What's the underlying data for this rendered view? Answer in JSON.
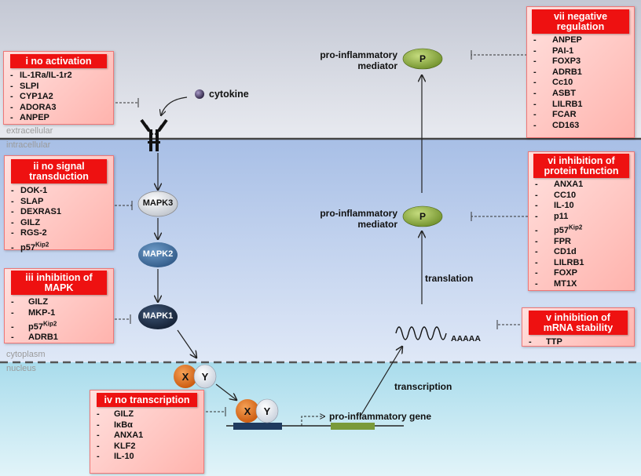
{
  "regions": {
    "extracellular": "extracellular",
    "intracellular": "intracellular",
    "cytoplasm": "cytoplasm",
    "nucleus": "nucleus"
  },
  "labels": {
    "cytokine": "cytokine",
    "mediator_top": "pro-inflammatory\nmediator",
    "mediator_mid": "pro-inflammatory\nmediator",
    "translation": "translation",
    "transcription": "transcription",
    "gene": "pro-inflammatory gene",
    "mrna_tail": "AAAAA"
  },
  "nodes": {
    "mapk3": "MAPK3",
    "mapk2": "MAPK2",
    "mapk1": "MAPK1",
    "x": "X",
    "y": "Y",
    "p": "P"
  },
  "boxes": {
    "i": {
      "title": "i   no activation",
      "items": [
        "IL-1Ra/IL-1r2",
        "SLPI",
        "CYP1A2",
        "ADORA3",
        "ANPEP"
      ]
    },
    "ii": {
      "title": "ii   no signal transduction",
      "items": [
        "DOK-1",
        "SLAP",
        "DEXRAS1",
        "GILZ",
        "RGS-2",
        "p57Kip2"
      ]
    },
    "iii": {
      "title": "iii   inhibition of MAPK",
      "items": [
        "GILZ",
        "MKP-1",
        "p57Kip2",
        "ADRB1"
      ]
    },
    "iv": {
      "title": "iv   no transcription",
      "items": [
        "GILZ",
        "IκBα",
        "ANXA1",
        "KLF2",
        "IL-10"
      ]
    },
    "v": {
      "title": "v   inhibition of mRNA stability",
      "items": [
        "TTP"
      ]
    },
    "vi": {
      "title": "vi   inhibition of protein function",
      "items": [
        "ANXA1",
        "CC10",
        "IL-10",
        "p11",
        "p57Kip2",
        "FPR",
        "CD1d",
        "LILRB1",
        "FOXP",
        "MT1X"
      ]
    },
    "vii": {
      "title": "vii   negative regulation",
      "items": [
        "ANPEP",
        "PAI-1",
        "FOXP3",
        "ADRB1",
        "Cc10",
        "ASBT",
        "LILRB1",
        "FCAR",
        "CD163"
      ]
    }
  },
  "colors": {
    "box_header": "#ee1111",
    "box_fill": "#ffb3ad",
    "mediator": "#86a838",
    "gene": "#7a9a3a",
    "promoter": "#1f3a5f",
    "x_node": "#e06a10",
    "mapk3": "#e8e8e8",
    "mapk2": "#3e6ea0",
    "mapk1": "#1c2e48"
  }
}
